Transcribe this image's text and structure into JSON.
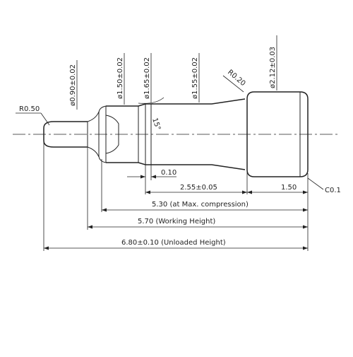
{
  "drawing": {
    "dim_r050": "R0.50",
    "dim_dia090": "ø0.90±0.02",
    "dim_dia150": "ø1.50±0.02",
    "dim_dia165": "ø1.65±0.02",
    "dim_dia155": "ø1.55±0.02",
    "dim_r020": "R0.20",
    "dim_dia212": "ø2.12±0.03",
    "dim_angle": "15°",
    "dim_010": "0.10",
    "dim_255": "2.55±0.05",
    "dim_150": "1.50",
    "dim_c01": "C0.1",
    "dim_530": "5.30 (at Max. compression)",
    "dim_570": "5.70 (Working Height)",
    "dim_680": "6.80±0.10 (Unloaded Height)"
  }
}
